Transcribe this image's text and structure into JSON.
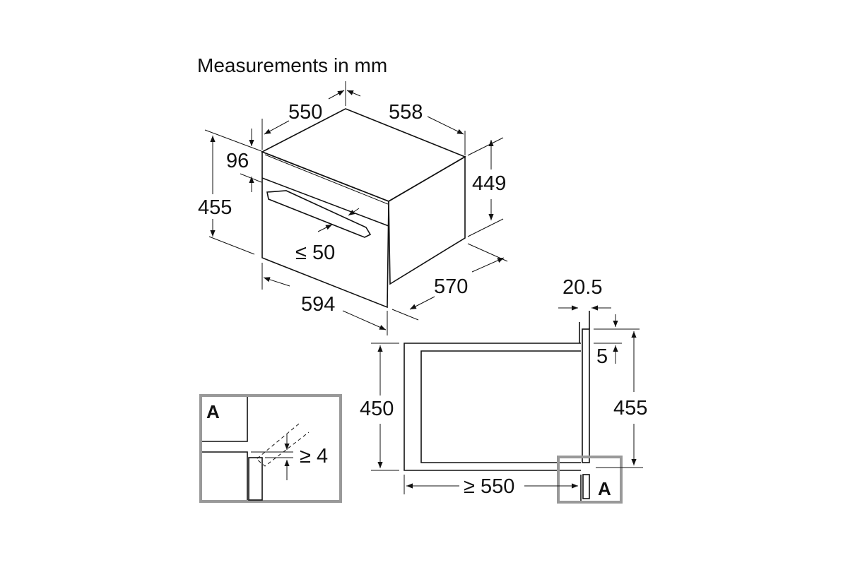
{
  "title": "Measurements in mm",
  "appliance_dimensions": {
    "depth_top": "550",
    "width_back": "558",
    "panel_height": "96",
    "front_height": "455",
    "body_height": "449",
    "handle_projection": "≤ 50",
    "total_depth": "570",
    "front_width": "594"
  },
  "niche_dimensions": {
    "panel_thickness": "20.5",
    "panel_offset": "5",
    "niche_height": "450",
    "front_height": "455",
    "niche_depth": "≥ 550",
    "detail_label": "A"
  },
  "detail_a": {
    "label": "A",
    "gap": "≥ 4"
  }
}
